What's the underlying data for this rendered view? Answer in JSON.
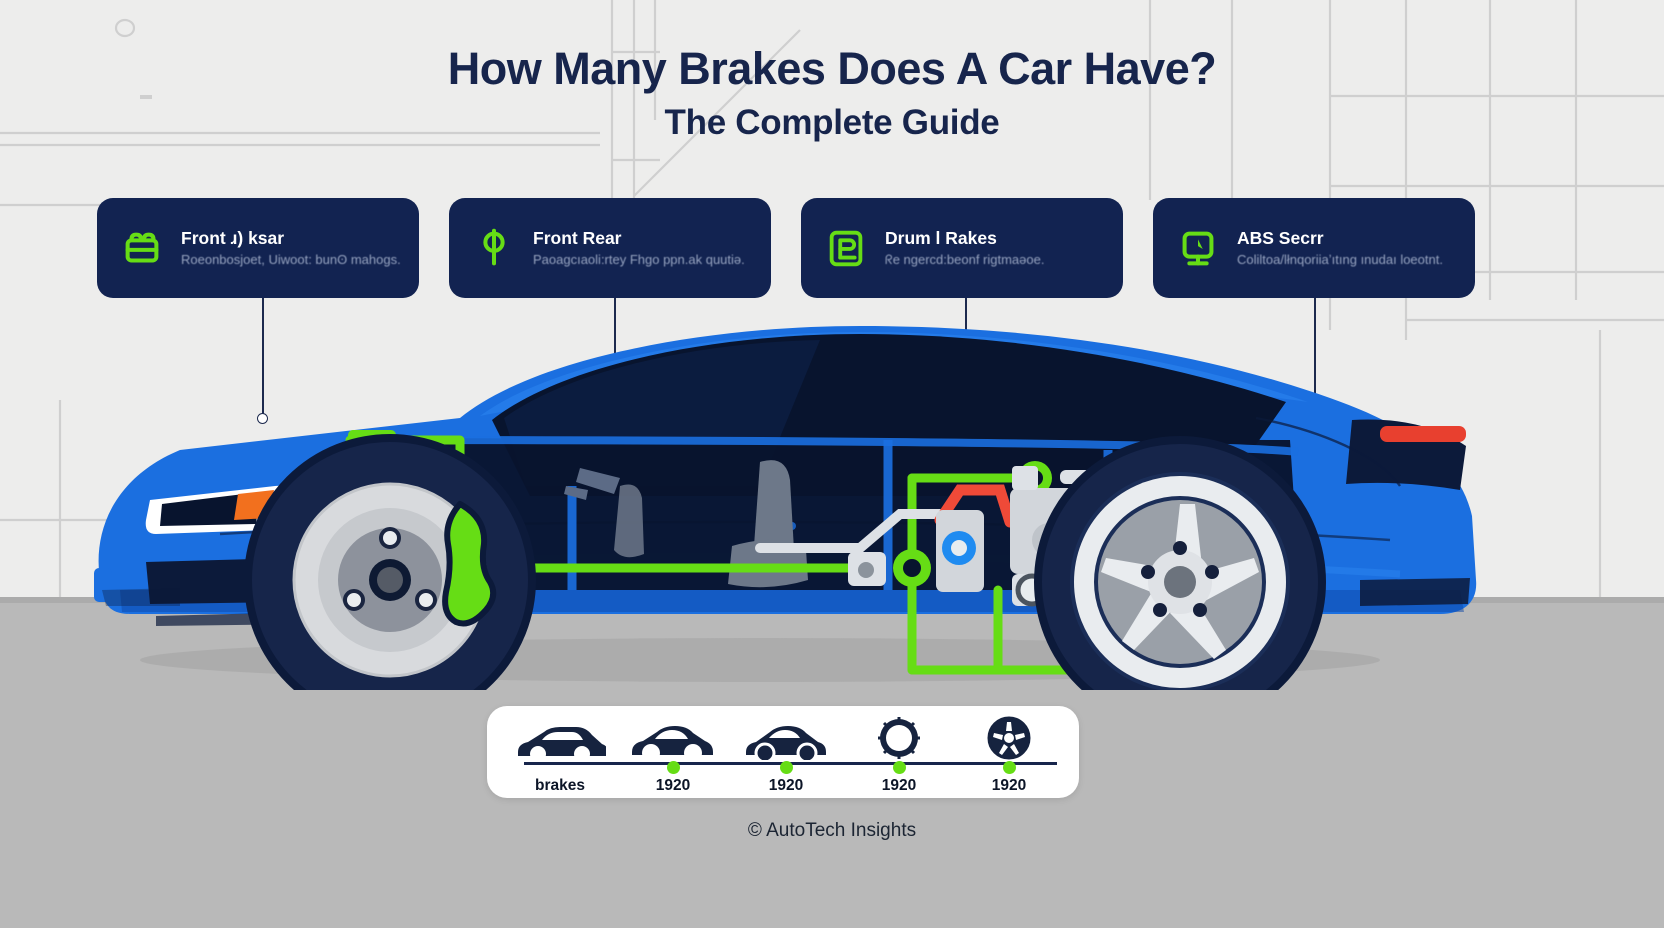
{
  "header": {
    "title": "How Many Brakes Does A Car Have?",
    "subtitle": "The Complete Guide"
  },
  "colors": {
    "background": "#ededec",
    "ground": "#b9b9b9",
    "card_bg": "#122351",
    "navy": "#17254c",
    "accent_green": "#66dd15",
    "car_blue": "#1b6fe0",
    "car_blue_dark": "#0c1a3a",
    "caliper_red": "#e8402f",
    "headlight_orange": "#f2701e"
  },
  "cards": [
    {
      "icon": "front-brake-icon",
      "title": "Front ɹ) ksar",
      "desc": "Roeonbosjoet, Uiwoot: bunʘ mahogs."
    },
    {
      "icon": "front-rear-brake-icon",
      "title": "Front Rear",
      "desc": "Paoagcıaoli:rtey Fhgo ppn.ak quutiǝ."
    },
    {
      "icon": "drum-brake-icon",
      "title": "Drum l Rakes",
      "desc": "ᖇe ngercd:beonf rigtmaǝoe."
    },
    {
      "icon": "abs-sensor-icon",
      "title": "ABS Secrr",
      "desc": "Coliltoa/lłnqoriiaʼıtıng ınudaı loeotnt."
    }
  ],
  "timeline": {
    "items": [
      {
        "icon": "sedan-silhouette-icon",
        "label": "brakes"
      },
      {
        "icon": "coupe-silhouette-icon",
        "label": "1920"
      },
      {
        "icon": "sedan-wheels-silhouette-icon",
        "label": "1920"
      },
      {
        "icon": "brake-rotor-icon",
        "label": "1920"
      },
      {
        "icon": "alloy-wheel-icon",
        "label": "1920"
      }
    ]
  },
  "diagram": {
    "front_wheel": "front-disc-brake-assembly",
    "rear_wheel": "rear-disc-brake-assembly",
    "master_cylinder": "master-cylinder-abs-module",
    "brake_lines": "hydraulic-brake-line-routing"
  },
  "footer": {
    "credit": "© AutoTech Insights"
  }
}
